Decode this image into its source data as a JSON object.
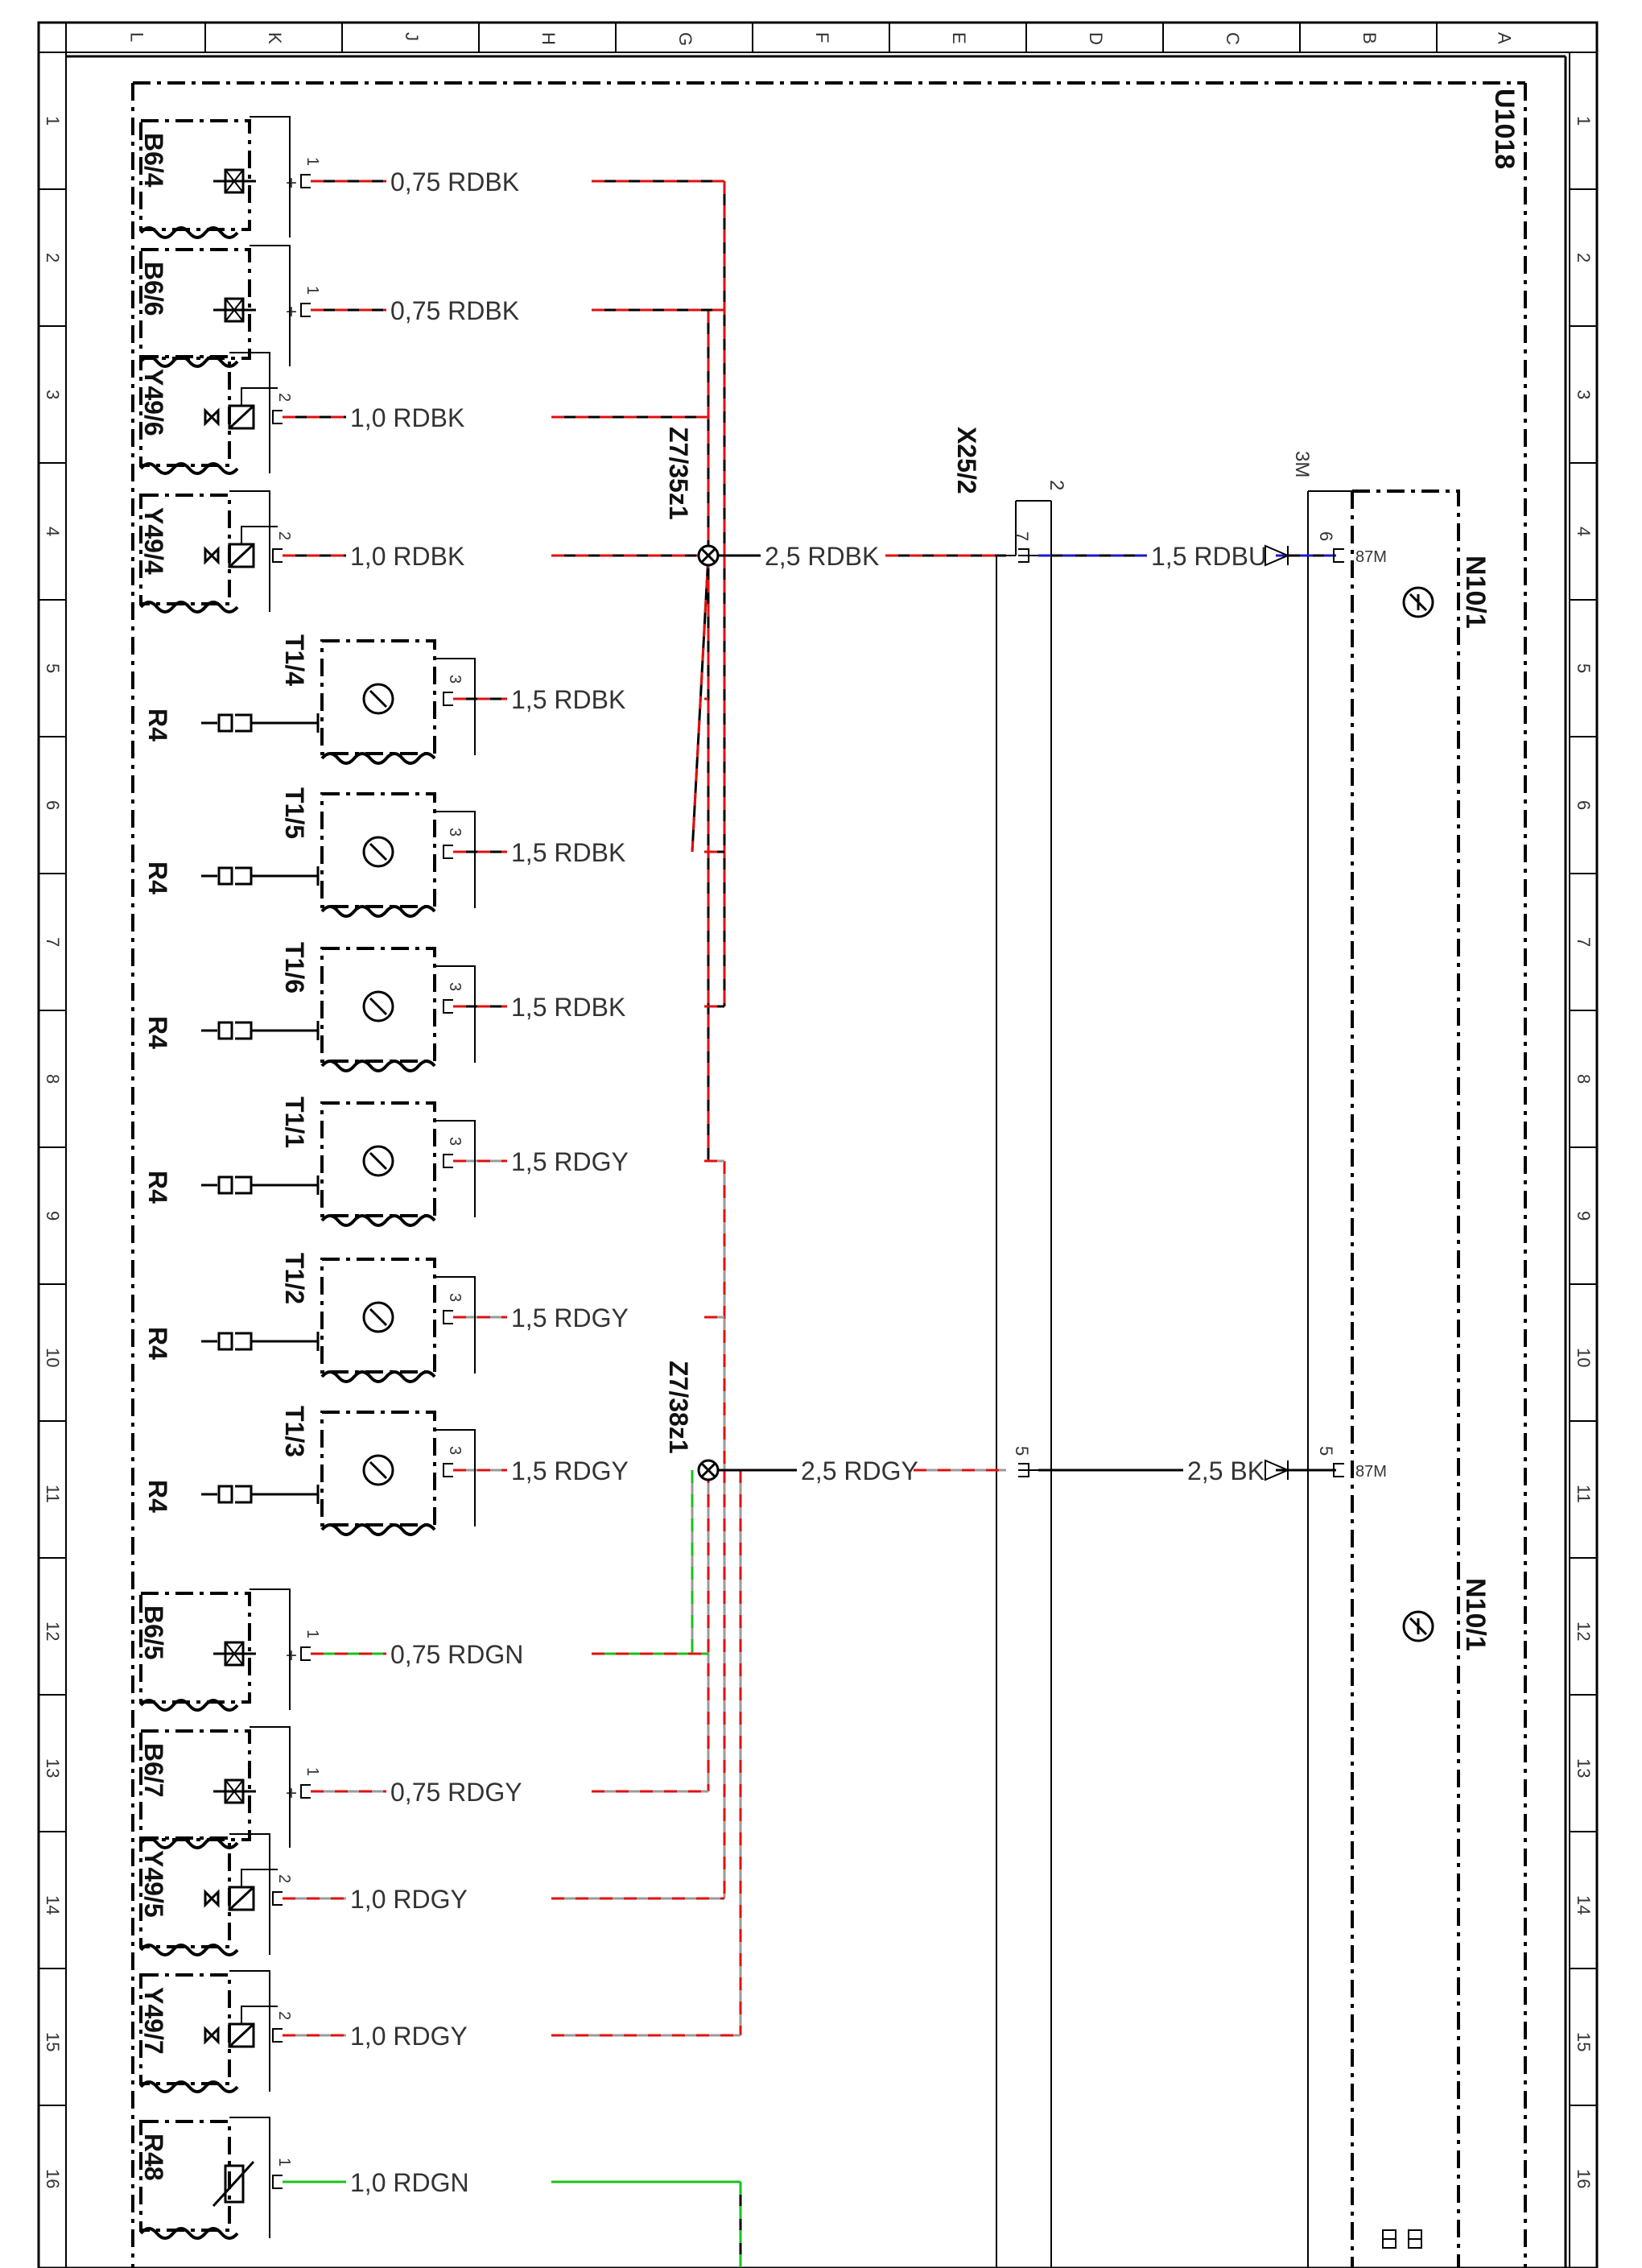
{
  "sheet": {
    "columns": [
      "L",
      "K",
      "J",
      "H",
      "G",
      "F",
      "E",
      "D",
      "C",
      "B",
      "A"
    ],
    "rows": [
      "1",
      "2",
      "3",
      "4",
      "5",
      "6",
      "7",
      "8",
      "9",
      "10",
      "11",
      "12",
      "13",
      "14",
      "15",
      "16"
    ],
    "title": "U1018"
  },
  "components": {
    "b6_4": "B6/4",
    "b6_6": "B6/6",
    "y49_6": "Y49/6",
    "y49_4": "Y49/4",
    "t1_4": "T1/4",
    "t1_5": "T1/5",
    "t1_6": "T1/6",
    "t1_1": "T1/1",
    "t1_2": "T1/2",
    "t1_3": "T1/3",
    "b6_5": "B6/5",
    "b6_7": "B6/7",
    "y49_5": "Y49/5",
    "y49_7": "Y49/7",
    "r48": "R48",
    "r4": "R4",
    "z7_35z1": "Z7/35z1",
    "z7_38z1": "Z7/38z1",
    "x25_2": "X25/2",
    "n10_1": "N10/1"
  },
  "pins": {
    "p1": "1",
    "p2": "2",
    "p3": "3",
    "p5": "5",
    "p6": "6",
    "p7": "7",
    "x25_2_hdr": "2",
    "n10_hdr": "3M",
    "rel87m": "87M"
  },
  "wires": {
    "w_b6_4": "0,75 RDBK",
    "w_b6_6": "0,75 RDBK",
    "w_y49_6": "1,0 RDBK",
    "w_y49_4": "1,0 RDBK",
    "w_t1_4": "1,5 RDBK",
    "w_t1_5": "1,5 RDBK",
    "w_t1_6": "1,5 RDBK",
    "w_t1_1": "1,5 RDGY",
    "w_t1_2": "1,5 RDGY",
    "w_t1_3": "1,5 RDGY",
    "w_b6_5": "0,75 RDGN",
    "w_b6_7": "0,75 RDGY",
    "w_y49_5": "1,0 RDGY",
    "w_y49_7": "1,0 RDGY",
    "w_r48": "1,0 RDGN",
    "w_main_top": "2,5 RDBK",
    "w_main_bot": "2,5 RDGY",
    "w_n10_top": "1,5 RDBU",
    "w_n10_bot": "2,5 BK"
  },
  "colors": {
    "red": "#e01010",
    "black": "#000000",
    "gray": "#9a9a9a",
    "green": "#19c219",
    "blue": "#1a1acc"
  }
}
